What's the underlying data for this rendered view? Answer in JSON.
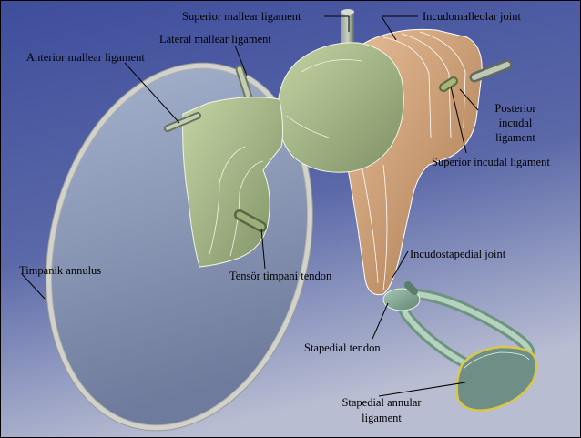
{
  "labels": {
    "superior_mallear_ligament": "Superior mallear ligament",
    "incudomalleolar_joint": "Incudomalleolar joint",
    "lateral_mallear_ligament": "Lateral mallear ligament",
    "anterior_mallear_ligament": "Anterior mallear ligament",
    "posterior_incudal_ligament": "Posterior incudal ligament",
    "superior_incudal_ligament": "Superior incudal ligament",
    "tensor_timpani_tendon": "Tensör timpani tendon",
    "timpanik_annulus": "Timpanik annulus",
    "incudostapedial_joint": "Incudostapedial joint",
    "stapedial_tendon": "Stapedial tendon",
    "stapedial_annular_ligament": "Stapedial annular ligament"
  },
  "colors": {
    "background": "#4a58a4",
    "membrane": "#8e9cbb",
    "malleus": "#a9bb8c",
    "incus": "#d0a27a",
    "stapes": "#8fb09d",
    "ligament": "#7e8a7a",
    "annulus_ring": "#c9c9c4"
  }
}
